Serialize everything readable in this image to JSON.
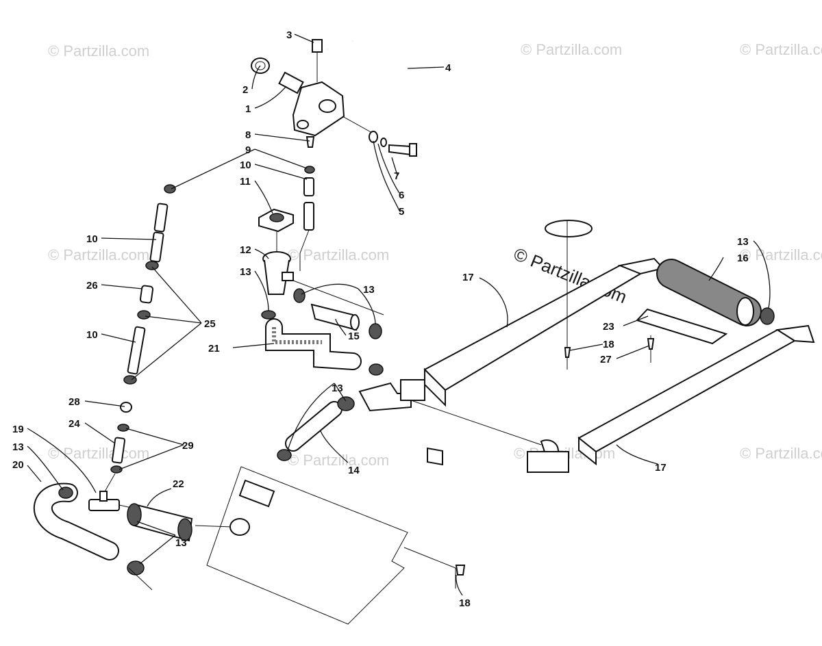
{
  "watermark": {
    "text": "© Partzilla.com",
    "main_text": "© Partzilla.com"
  },
  "callouts": [
    "1",
    "2",
    "3",
    "4",
    "5",
    "6",
    "7",
    "8",
    "9",
    "10",
    "11",
    "12",
    "13",
    "14",
    "15",
    "16",
    "17",
    "18",
    "19",
    "20",
    "21",
    "22",
    "23",
    "24",
    "25",
    "26",
    "27",
    "28",
    "29"
  ],
  "colors": {
    "ink": "#111111",
    "watermark": "#cfcfcf"
  }
}
